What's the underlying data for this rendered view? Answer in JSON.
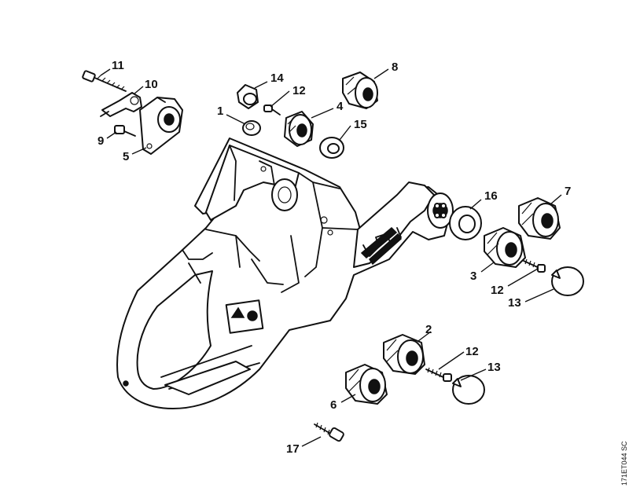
{
  "diagram_ref": "171ET044 SC",
  "callouts": [
    {
      "id": "c11",
      "label": "11"
    },
    {
      "id": "c10",
      "label": "10"
    },
    {
      "id": "c9",
      "label": "9"
    },
    {
      "id": "c5",
      "label": "5"
    },
    {
      "id": "c14",
      "label": "14"
    },
    {
      "id": "c12a",
      "label": "12"
    },
    {
      "id": "c1",
      "label": "1"
    },
    {
      "id": "c4",
      "label": "4"
    },
    {
      "id": "c8",
      "label": "8"
    },
    {
      "id": "c15",
      "label": "15"
    },
    {
      "id": "c16",
      "label": "16"
    },
    {
      "id": "c7",
      "label": "7"
    },
    {
      "id": "c3",
      "label": "3"
    },
    {
      "id": "c12b",
      "label": "12"
    },
    {
      "id": "c13a",
      "label": "13"
    },
    {
      "id": "c2",
      "label": "2"
    },
    {
      "id": "c12c",
      "label": "12"
    },
    {
      "id": "c13b",
      "label": "13"
    },
    {
      "id": "c6",
      "label": "6"
    },
    {
      "id": "c17",
      "label": "17"
    }
  ]
}
